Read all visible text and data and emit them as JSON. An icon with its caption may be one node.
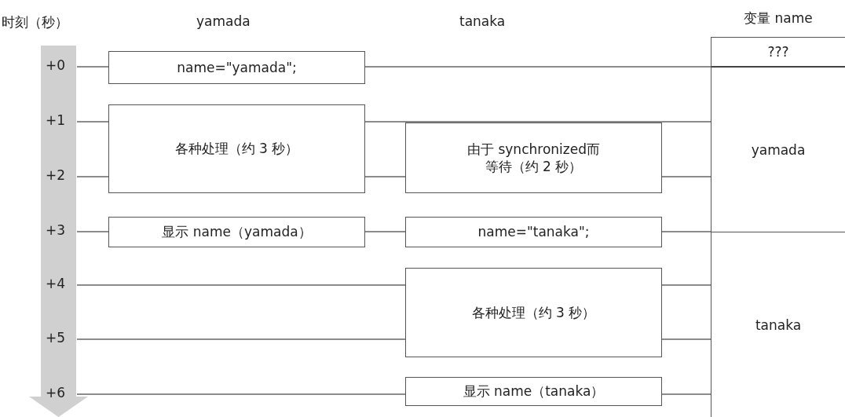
{
  "diagram": {
    "nodes": [
      {
        "text": [
          "name=\"yamada\";"
        ]
      },
      {
        "text": [
          "各种处理（约 3 秒）"
        ]
      },
      {
        "text": [
          "由于 synchronized而等待（约 2 秒）"
        ]
      },
      {
        "text": [
          "显示 name（yamada）"
        ]
      },
      {
        "text": [
          "name=\"tanaka\";"
        ]
      },
      {
        "text": [
          "各种处理（约 3 秒）"
        ]
      },
      {
        "text": [
          "显示 name（tanaka）"
        ]
      },
      {
        "text": [
          "变量 name"
        ]
      },
      {
        "text": [
          "???"
        ],
        "in": 7
      },
      {
        "text": [
          "yamada"
        ],
        "in": 7
      },
      {
        "text": [
          "tanaka"
        ],
        "in": 7
      }
    ],
    "edges": [],
    "labels": [
      "时刻（秒）",
      "yamada",
      "tanaka",
      "+0",
      "+1",
      "+2",
      "+3",
      "+4",
      "+5",
      "+6"
    ]
  }
}
